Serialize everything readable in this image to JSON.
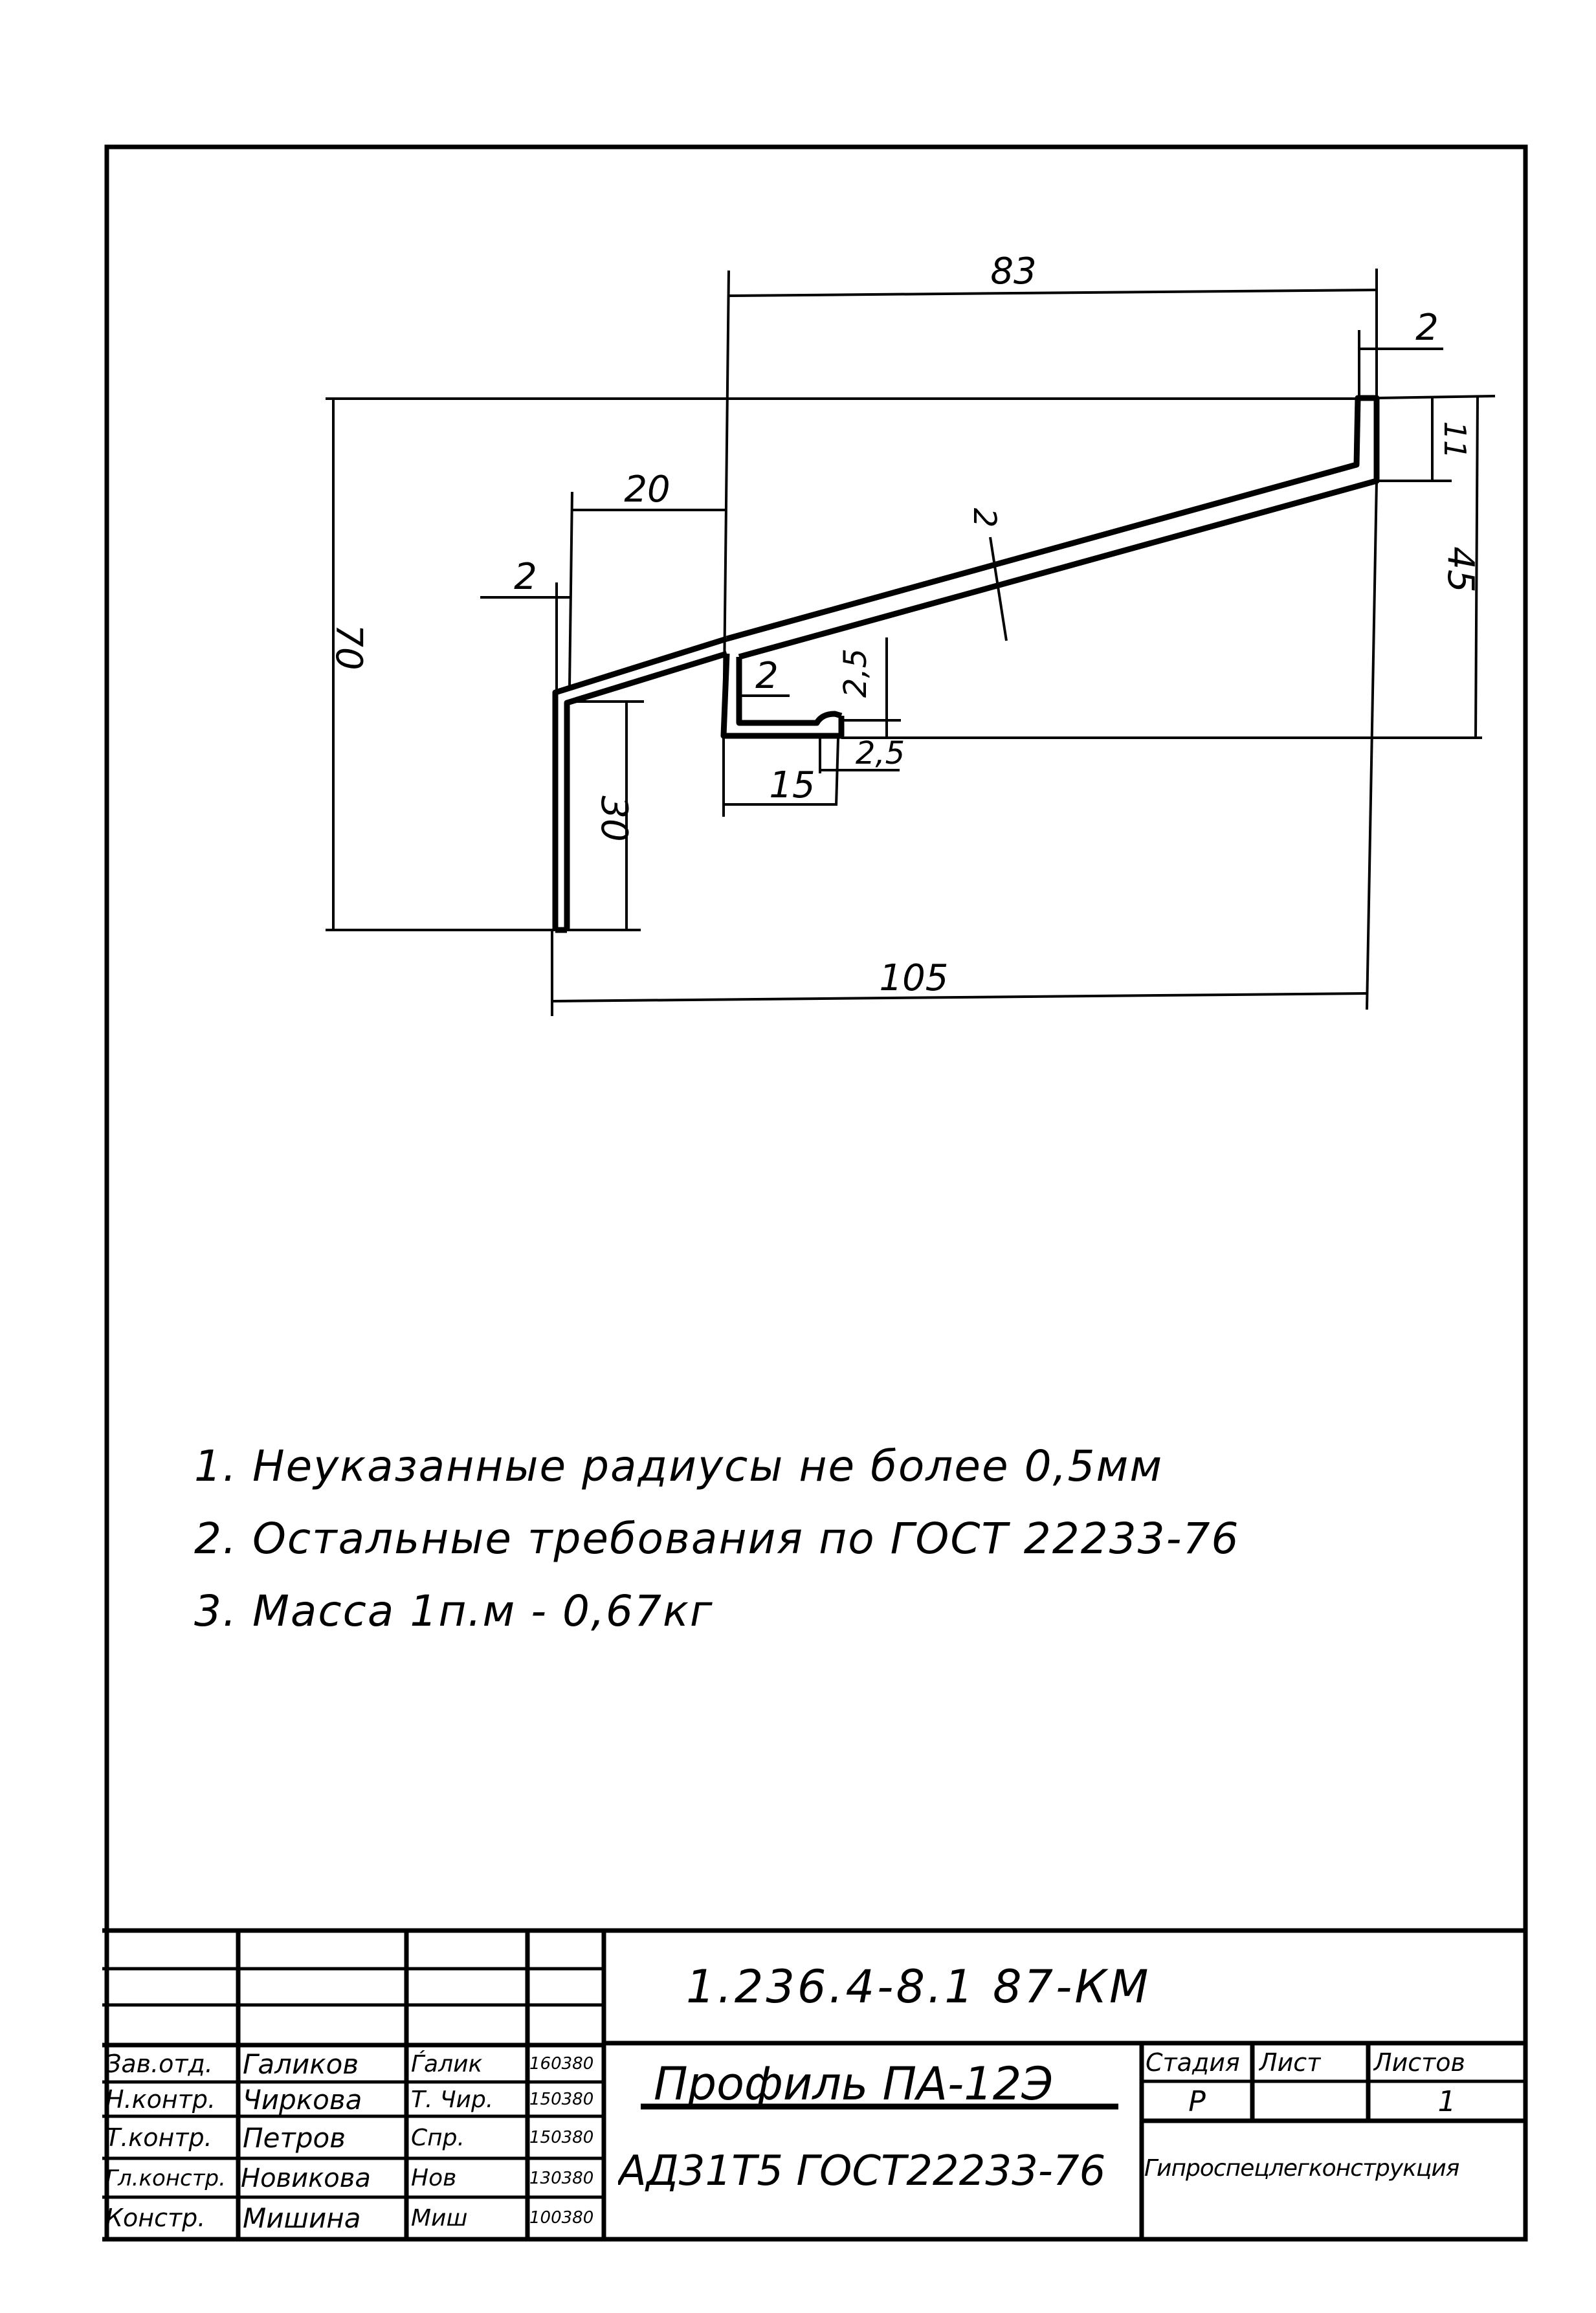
{
  "drawing": {
    "title": "Профиль ПА-12Э",
    "dimensions": {
      "overall_height": "70",
      "overall_width": "105",
      "upper_width": "83",
      "offset_20": "20",
      "flange_height": "30",
      "right_height": "45",
      "right_lip": "11",
      "thickness_left": "2",
      "thickness_right": "2",
      "thickness_slope": "2",
      "channel_thickness": "2",
      "channel_depth": "2,5",
      "channel_width": "15",
      "lip_width": "2,5"
    }
  },
  "notes": [
    "1. Неуказанные  радиусы  не  более  0,5мм",
    "2. Остальные  требования  по  ГОСТ 22233-76",
    "3. Масса  1п.м  - 0,67кг"
  ],
  "title_block": {
    "document_code": "1.236.4-8.1  87-КМ",
    "part_name": "Профиль  ПА-12Э",
    "material": "АД31Т5  ГОСТ22233-76",
    "organization": "Гипроспецлегконструкция",
    "stage_label": "Стадия",
    "sheet_label": "Лист",
    "sheets_label": "Листов",
    "stage_value": "Р",
    "sheet_value": "",
    "sheets_value": "1",
    "signatures": [
      {
        "role": "Зав.отд.",
        "name": "Галиков",
        "signature": "Ѓалик",
        "date": "160380"
      },
      {
        "role": "Н.контр.",
        "name": "Чиркова",
        "signature": "Т. Чир.",
        "date": "150380"
      },
      {
        "role": "Т.контр.",
        "name": "Петров",
        "signature": "Спр.",
        "date": "150380"
      },
      {
        "role": "Гл.констр.",
        "name": "Новикова",
        "signature": "Нов",
        "date": "130380"
      },
      {
        "role": "Констр.",
        "name": "Мишина",
        "signature": "Миш",
        "date": "100380"
      }
    ]
  }
}
